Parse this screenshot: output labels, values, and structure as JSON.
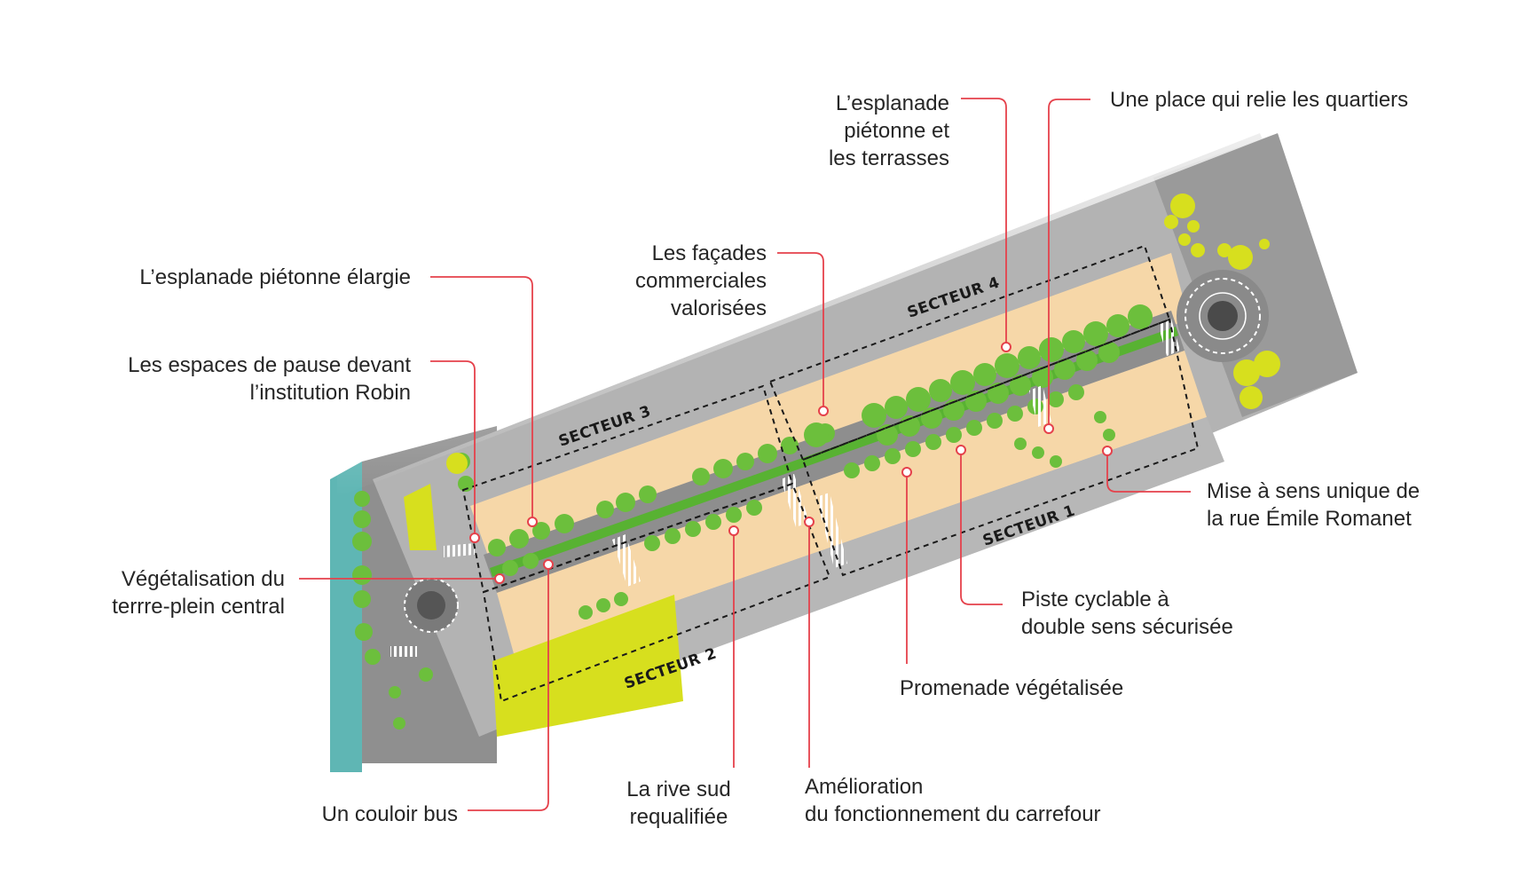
{
  "annotations": {
    "esplanade_terrasses": [
      "L’esplanade",
      "piétonne et",
      "les terrasses"
    ],
    "place_quartiers": [
      "Une place qui relie les quartiers"
    ],
    "facades": [
      "Les façades",
      "commerciales",
      "valorisées"
    ],
    "esplanade_elargie": [
      "L’esplanade piétonne élargie"
    ],
    "espaces_pause": [
      "Les espaces de pause devant",
      "l’institution Robin"
    ],
    "vegetalisation": [
      "Végétalisation du",
      "terrre-plein central"
    ],
    "mise_sens_unique": [
      "Mise à sens unique de",
      "la rue Émile Romanet"
    ],
    "piste_cyclable": [
      "Piste cyclable à",
      "double sens sécurisée"
    ],
    "promenade": [
      "Promenade végétalisée"
    ],
    "couloir_bus": [
      "Un couloir bus"
    ],
    "rive_sud": [
      "La rive sud",
      "requalifiée"
    ],
    "amelioration_carrefour": [
      "Amélioration",
      "du fonctionnement du carrefour"
    ]
  },
  "sectors": {
    "s1": "SECTEUR 1",
    "s2": "SECTEUR 2",
    "s3": "SECTEUR 3",
    "s4": "SECTEUR 4"
  },
  "colors": {
    "leader": "#e5414b",
    "sand": "#f6d7a8",
    "building": "#b7b7b7",
    "road": "#8f8f8f",
    "tree": "#6cbf3c",
    "tree_dark": "#4f9e2a",
    "water": "#5fb6b4",
    "yellow_green": "#d7df1e",
    "text": "#262626"
  }
}
